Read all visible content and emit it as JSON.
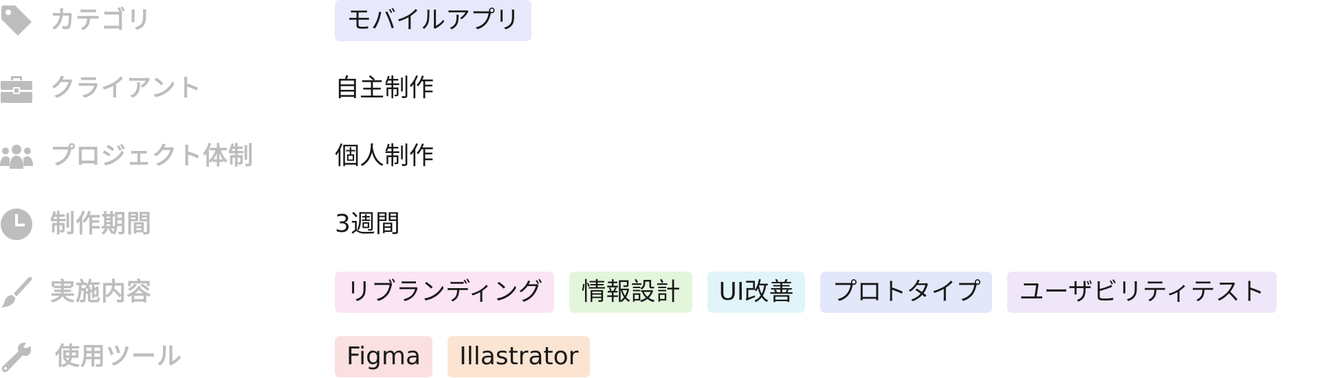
{
  "rows": {
    "category": {
      "icon": "tag-icon",
      "label": "カテゴリ",
      "tags": [
        {
          "label": "モバイルアプリ",
          "color": "#e7e8fb"
        }
      ]
    },
    "client": {
      "icon": "briefcase-icon",
      "label": "クライアント",
      "value": "自主制作"
    },
    "team": {
      "icon": "users-icon",
      "label": "プロジェクト体制",
      "value": "個人制作"
    },
    "duration": {
      "icon": "clock-icon",
      "label": "制作期間",
      "value": "3週間"
    },
    "scope": {
      "icon": "brush-icon",
      "label": "実施内容",
      "tags": [
        {
          "label": "リブランディング",
          "color": "#fbe4f4"
        },
        {
          "label": "情報設計",
          "color": "#e3f6dc"
        },
        {
          "label": "UI改善",
          "color": "#e1f4fa"
        },
        {
          "label": "プロトタイプ",
          "color": "#e3e7fa"
        },
        {
          "label": "ユーザビリティテスト",
          "color": "#f0e6f9"
        }
      ]
    },
    "tools": {
      "icon": "wrench-icon",
      "label": "使用ツール",
      "tags": [
        {
          "label": "Figma",
          "color": "#fbe0e0"
        },
        {
          "label": "Illastrator",
          "color": "#fce4d2"
        }
      ]
    }
  }
}
